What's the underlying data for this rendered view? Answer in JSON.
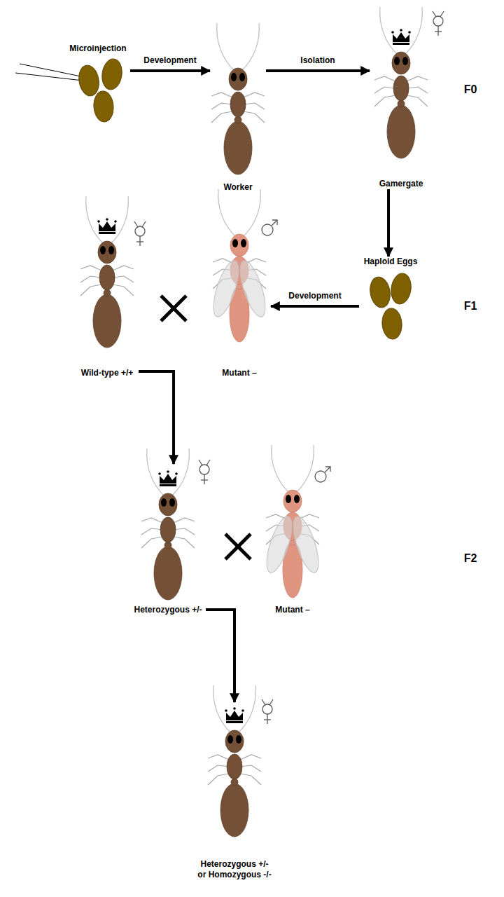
{
  "diagram": {
    "nodes": [
      {
        "text": [
          "Microinjection"
        ]
      },
      {
        "text": [
          "Worker"
        ]
      },
      {
        "text": [
          "Gamergate"
        ]
      },
      {
        "text": [
          "Haploid Eggs"
        ]
      },
      {
        "text": [
          "Wild-type +/+"
        ]
      },
      {
        "text": [
          "Mutant –"
        ]
      },
      {
        "text": [
          "Heterozygous +/-"
        ]
      },
      {
        "text": [
          "Mutant –"
        ]
      },
      {
        "text": [
          "Heterozygous +/- or Homozygous -/-"
        ]
      }
    ],
    "edges": [
      {
        "from": 0,
        "to": 1,
        "arrow": "to",
        "label": "Development"
      },
      {
        "from": 1,
        "to": 2,
        "arrow": "to",
        "label": "Isolation"
      },
      {
        "from": 2,
        "to": 3,
        "arrow": "to"
      },
      {
        "from": 3,
        "to": 5,
        "arrow": "to",
        "label": "Development"
      },
      {
        "from": 4,
        "to": 6,
        "arrow": "to"
      },
      {
        "from": 6,
        "to": 8,
        "arrow": "to"
      }
    ],
    "labels": [
      "F0",
      "F1",
      "F2"
    ]
  }
}
